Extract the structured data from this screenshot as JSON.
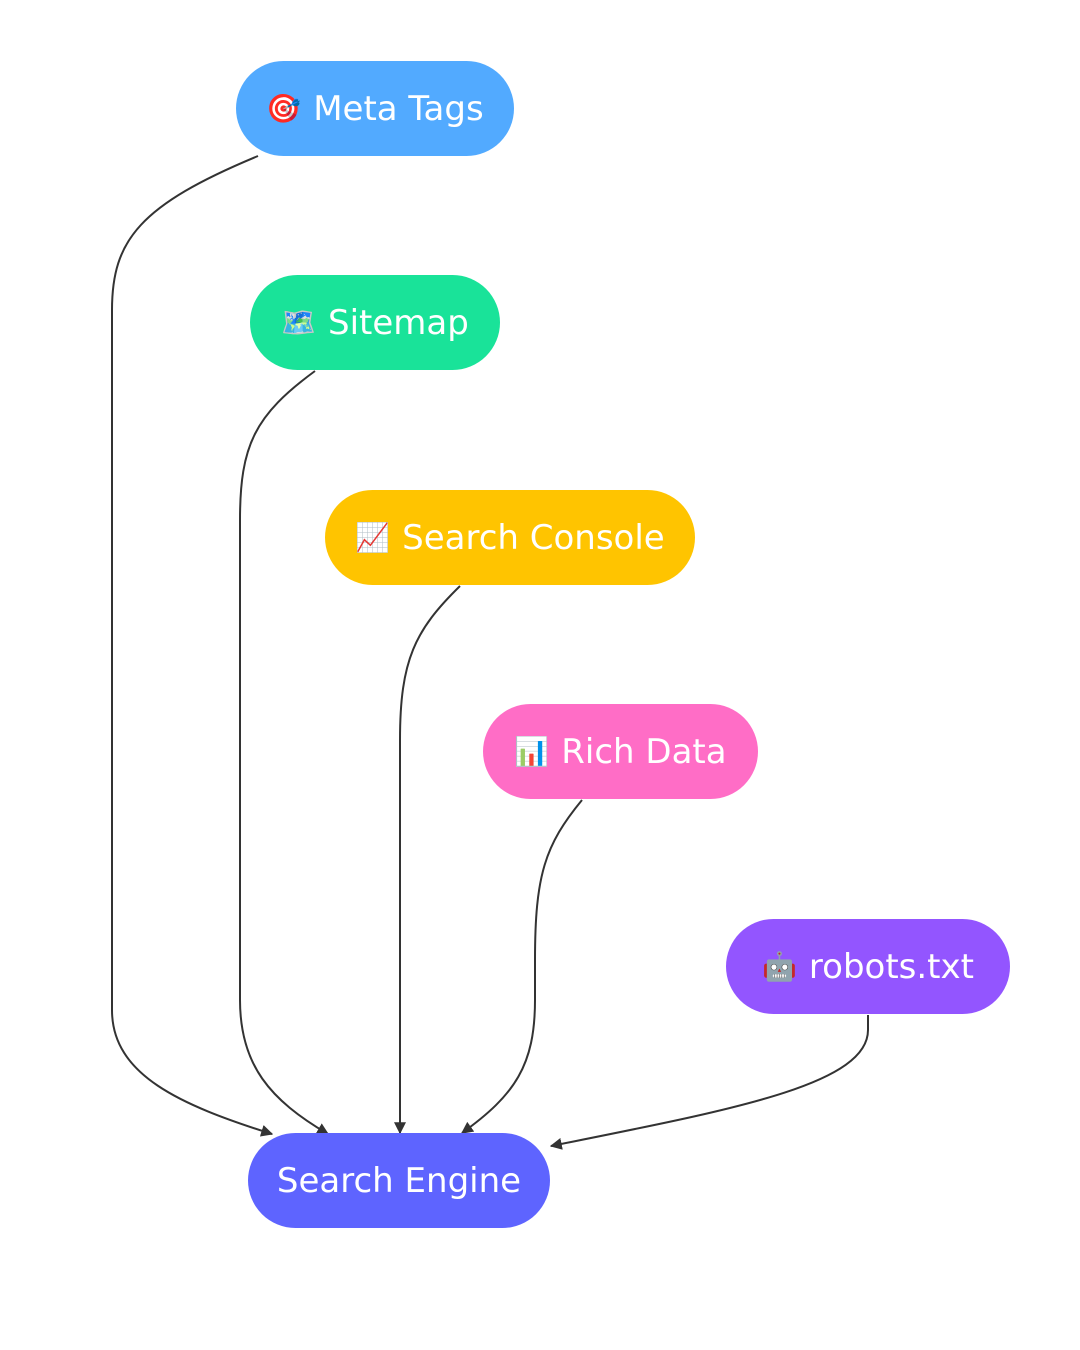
{
  "diagram": {
    "type": "flowchart",
    "nodes": [
      {
        "id": "meta",
        "label": "Meta Tags",
        "icon": "🎯",
        "icon_name": "target-icon",
        "color": "#52AAFF"
      },
      {
        "id": "sitemap",
        "label": "Sitemap",
        "icon": "🗺️",
        "icon_name": "world-map-icon",
        "color": "#19E399"
      },
      {
        "id": "console",
        "label": "Search Console",
        "icon": "📈",
        "icon_name": "chart-increasing-icon",
        "color": "#FFC400"
      },
      {
        "id": "rich",
        "label": "Rich Data",
        "icon": "📊",
        "icon_name": "bar-chart-icon",
        "color": "#FF6DC6"
      },
      {
        "id": "robots",
        "label": "robots.txt",
        "icon": "🤖",
        "icon_name": "robot-icon",
        "color": "#9355FF"
      },
      {
        "id": "engine",
        "label": "Search Engine",
        "icon": "",
        "color": "#5E64FF"
      }
    ],
    "edges": [
      {
        "from": "meta",
        "to": "engine"
      },
      {
        "from": "sitemap",
        "to": "engine"
      },
      {
        "from": "console",
        "to": "engine"
      },
      {
        "from": "rich",
        "to": "engine"
      },
      {
        "from": "robots",
        "to": "engine"
      }
    ],
    "edge_color": "#333333"
  }
}
